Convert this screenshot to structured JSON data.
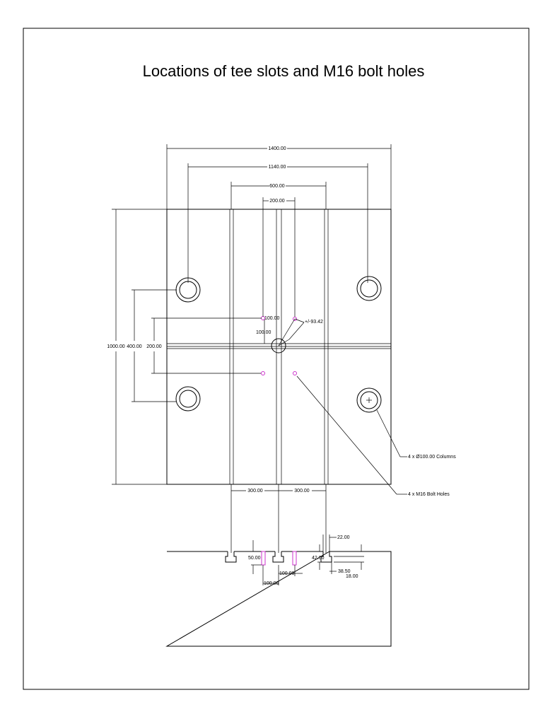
{
  "title": "Locations of tee slots and M16 bolt holes",
  "colors": {
    "line": "#000000",
    "bolt_hole": "#cc33cc"
  },
  "dimensions": {
    "overall_width": "1400.00",
    "column_centers": "1140.00",
    "outer_slot_spacing": "600.00",
    "bolt_x_spacing": "200.00",
    "overall_height": "1000.00",
    "column_y_spacing": "400.00",
    "bolt_y_spacing": "200.00",
    "bolt_offset_x": "100.00",
    "bolt_offset_y": "100.00",
    "bolt_radius": "+/-93.42",
    "slot_pitch_left": "300.00",
    "slot_pitch_right": "300.00",
    "slot_width": "22.00",
    "slot_depth": "50.00",
    "slot_head": "42.00",
    "hole_spacing_a": "100.00",
    "hole_spacing_b": "100.00",
    "slot_head_width": "38.50",
    "slot_neck": "18.00"
  },
  "callouts": {
    "columns": "4 x Ø100.00 Columns",
    "bolt_holes": "4 x M16 Bolt Holes"
  }
}
